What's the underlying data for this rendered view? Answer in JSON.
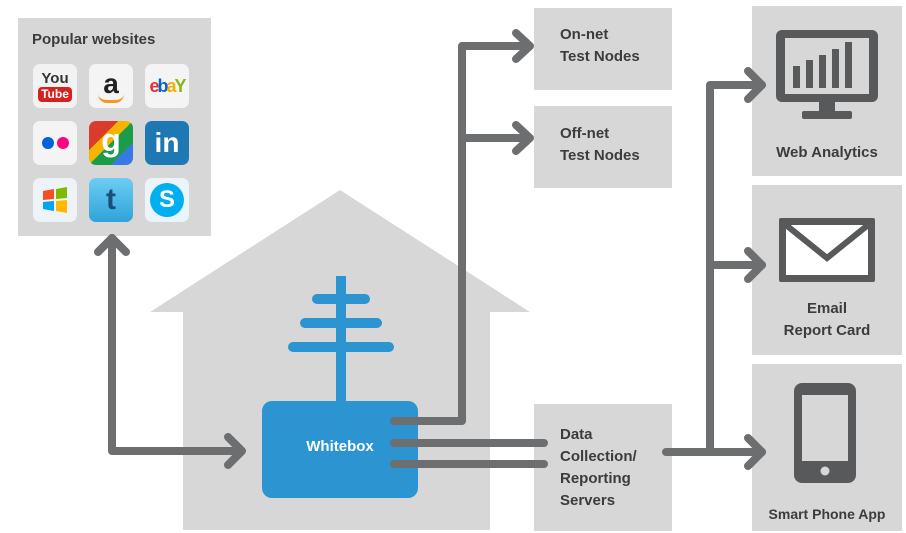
{
  "popular": {
    "title": "Popular websites",
    "icons": [
      "youtube-icon",
      "amazon-icon",
      "ebay-icon",
      "flickr-icon",
      "google-icon",
      "linkedin-icon",
      "windows-icon",
      "twitter-icon",
      "skype-icon"
    ],
    "youtube_top": "You",
    "youtube_bottom": "Tube",
    "amazon_letter": "a",
    "ebay_letters": [
      "e",
      "b",
      "a",
      "Y"
    ],
    "google_letter": "g",
    "linkedin_text": "in",
    "twitter_letter": "t",
    "skype_letter": "S"
  },
  "nodes": {
    "onnet": [
      "On-net",
      "Test Nodes"
    ],
    "offnet": [
      "Off-net",
      "Test Nodes"
    ]
  },
  "whitebox": {
    "label": "Whitebox"
  },
  "servers": {
    "label": [
      "Data",
      "Collection/",
      "Reporting",
      "Servers"
    ]
  },
  "outputs": {
    "web": "Web Analytics",
    "email": [
      "Email",
      "Report Card"
    ],
    "phone": "Smart Phone App"
  },
  "colors": {
    "panel": "#d7d7d7",
    "arrow": "#6d6e70",
    "whitebox": "#2b94d1",
    "antenna": "#2b94d1",
    "text": "#3c3c3c",
    "icon": "#58595b"
  }
}
